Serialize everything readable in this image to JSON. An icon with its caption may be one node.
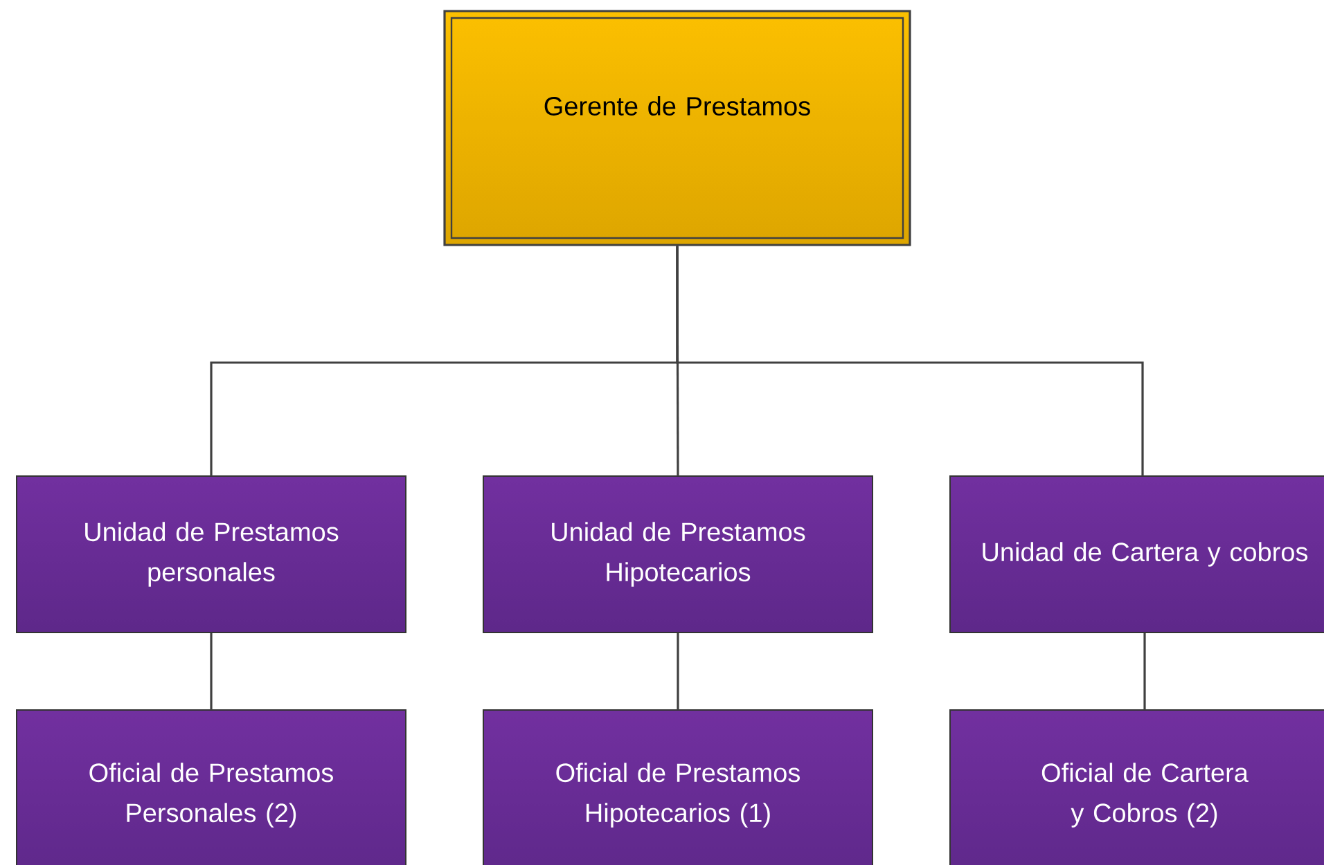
{
  "diagram": {
    "nodes": [
      {
        "text": [
          "Gerente de Prestamos"
        ]
      },
      {
        "text": [
          "Unidad de Prestamos personales"
        ]
      },
      {
        "text": [
          "Unidad de Prestamos Hipotecarios"
        ]
      },
      {
        "text": [
          "Unidad de Cartera y cobros"
        ]
      },
      {
        "text": [
          "Oficial de Prestamos Personales (2)"
        ]
      },
      {
        "text": [
          "Oficial de Prestamos Hipotecarios (1)"
        ]
      },
      {
        "text": [
          "Oficial de Cartera y Cobros (2)"
        ]
      }
    ],
    "edges": [
      {
        "from": 0,
        "to": 1,
        "arrow": "none"
      },
      {
        "from": 0,
        "to": 2,
        "arrow": "none"
      },
      {
        "from": 0,
        "to": 3,
        "arrow": "none"
      },
      {
        "from": 1,
        "to": 4,
        "arrow": "none"
      },
      {
        "from": 2,
        "to": 5,
        "arrow": "none"
      },
      {
        "from": 3,
        "to": 6,
        "arrow": "none"
      }
    ]
  }
}
